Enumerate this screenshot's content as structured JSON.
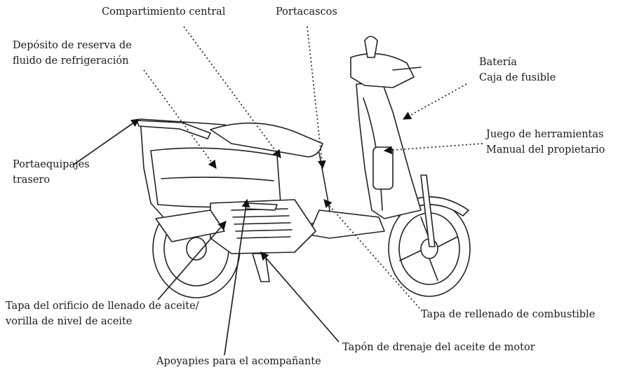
{
  "labels": {
    "compartimiento": "Compartimiento central",
    "portacascos": "Portacascos",
    "deposito_1": "Depósito de reserva de",
    "deposito_2": "fluido de refrigeración",
    "bateria_1": "Batería",
    "bateria_2": "Caja de fusible",
    "juego_1": "Juego de herramientas",
    "juego_2": "Manual del propietario",
    "portaequipajes_1": "Portaequipajes",
    "portaequipajes_2": "trasero",
    "tapa_aceite_1": "Tapa del orificio de llenado de aceite/",
    "tapa_aceite_2": "vorilla de nivel de aceite",
    "tapa_combustible": "Tapa de rellenado de combustible",
    "tapon_drenaje": "Tapón de drenaje del aceite de motor",
    "apoyapies": "Apoyapies para el acompañante"
  },
  "colors": {
    "ink": "#1a1a1a",
    "leader": "#2a2a2a"
  }
}
